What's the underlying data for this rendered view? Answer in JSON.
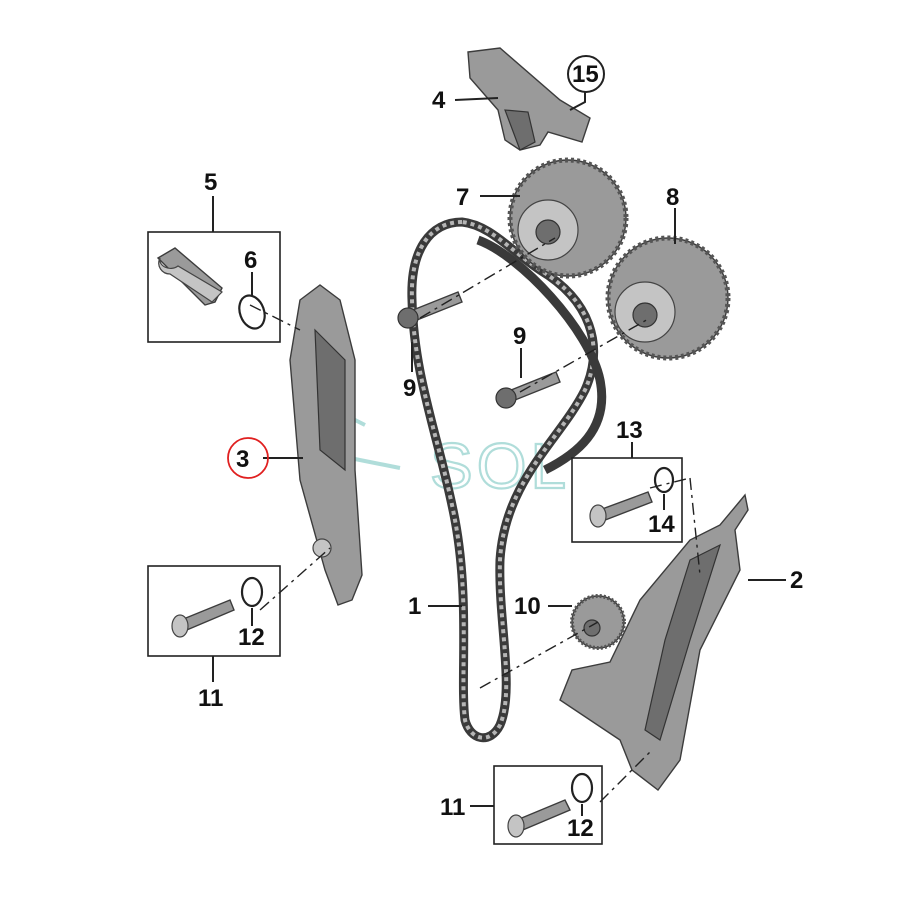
{
  "callouts": {
    "c1": "1",
    "c2": "2",
    "c3": "3",
    "c4": "4",
    "c5": "5",
    "c6": "6",
    "c7": "7",
    "c8": "8",
    "c9a": "9",
    "c9b": "9",
    "c10": "10",
    "c11a": "11",
    "c11b": "11",
    "c12a": "12",
    "c12b": "12",
    "c13": "13",
    "c14": "14",
    "c15": "15"
  },
  "watermark": {
    "text": "SOL",
    "color": "#a8dad6"
  },
  "colors": {
    "highlight_circle": "#e02020"
  }
}
